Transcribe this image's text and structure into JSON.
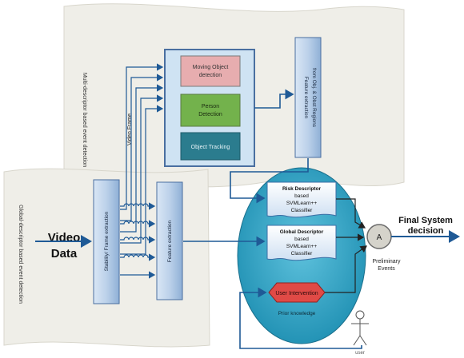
{
  "regions": {
    "local_label": "Multi-descriptor based event detection",
    "global_label": "Global-descriptor based event detection"
  },
  "input": {
    "line1": "Video",
    "line2": "Data"
  },
  "blocks": {
    "moving_object": [
      "Moving Object",
      "detection"
    ],
    "person_detection": [
      "Person",
      "Detection"
    ],
    "object_tracking": "Object Tracking",
    "feature_extraction_regions": [
      "Feature extraction",
      "from Obj. & Obst Regions"
    ],
    "stability_frame_extraction": "Stabilily/ Frame extraction",
    "feature_extraction": "Feature extraction",
    "video_frame": "Video Frame"
  },
  "classifiers": {
    "risk": [
      "Risk Descriptor",
      "based",
      "SVMLearn++",
      "Classifier"
    ],
    "global": [
      "Global Descriptor",
      "based",
      "SVMLearn++",
      "Classifier"
    ]
  },
  "interaction": {
    "user_intervention": "User Intervention",
    "prior_knowledge": "Prior knowledge"
  },
  "fusion": {
    "node_label": "A",
    "preliminary": [
      "Preliminary",
      "Events"
    ],
    "final": [
      "Final System",
      "decision"
    ]
  },
  "user": {
    "label": "user"
  },
  "colors": {
    "region_fill": "#efeee8",
    "column_fill": "#bcd1ea",
    "ellipse_fill": "#2aa0c0",
    "pink": "#e7adaf",
    "green": "#73b24c",
    "teal": "#2b7c8e",
    "red": "#e04a46",
    "arrow": "#1f5a96"
  }
}
